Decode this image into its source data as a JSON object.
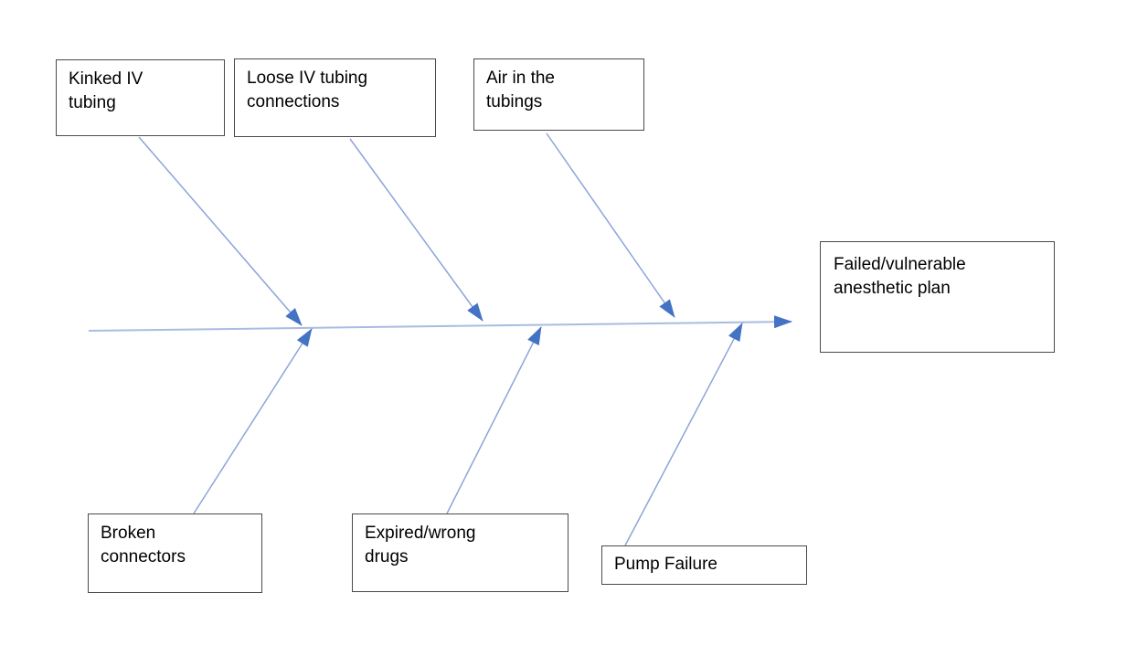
{
  "diagram_type": "fishbone-cause-effect",
  "effect": {
    "id": "failed-vulnerable-anesthetic-plan",
    "label": "Failed/vulnerable\nanesthetic plan"
  },
  "causes": [
    {
      "id": "kinked-iv-tubing",
      "label": "Kinked IV\ntubing",
      "position": "top"
    },
    {
      "id": "loose-iv-tubing-connections",
      "label": "Loose IV tubing\nconnections",
      "position": "top"
    },
    {
      "id": "air-in-the-tubings",
      "label": "Air in the\ntubings",
      "position": "top"
    },
    {
      "id": "broken-connectors",
      "label": "Broken\nconnectors",
      "position": "bottom"
    },
    {
      "id": "expired-wrong-drugs",
      "label": "Expired/wrong\ndrugs",
      "position": "bottom"
    },
    {
      "id": "pump-failure",
      "label": "Pump Failure",
      "position": "bottom"
    }
  ],
  "colors": {
    "arrow": "#4472C4",
    "line": "#8da4d9",
    "spine": "#a9bce2",
    "box_border": "#4a4a4a",
    "text": "#000000"
  }
}
